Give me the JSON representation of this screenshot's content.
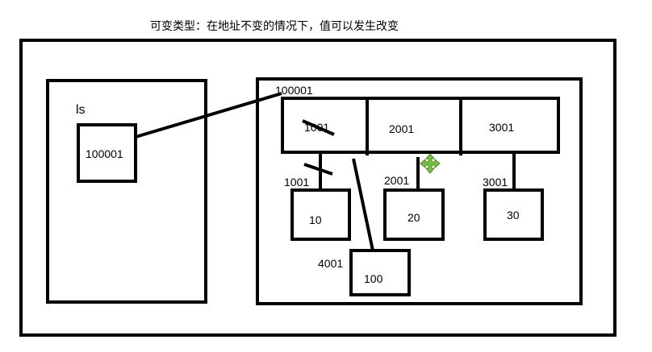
{
  "title": "可变类型：在地址不变的情况下，值可以发生改变",
  "stack": {
    "var_name": "ls",
    "var_value": "100001"
  },
  "heap": {
    "list_address": "100001",
    "slots": [
      "1001",
      "2001",
      "3001"
    ],
    "objects": [
      {
        "address": "1001",
        "value": "10"
      },
      {
        "address": "2001",
        "value": "20"
      },
      {
        "address": "3001",
        "value": "30"
      },
      {
        "address": "4001",
        "value": "100"
      }
    ]
  },
  "colors": {
    "stroke": "#000000",
    "move_cursor": "#7ac143"
  },
  "cursor_icon": "move-cursor-icon"
}
